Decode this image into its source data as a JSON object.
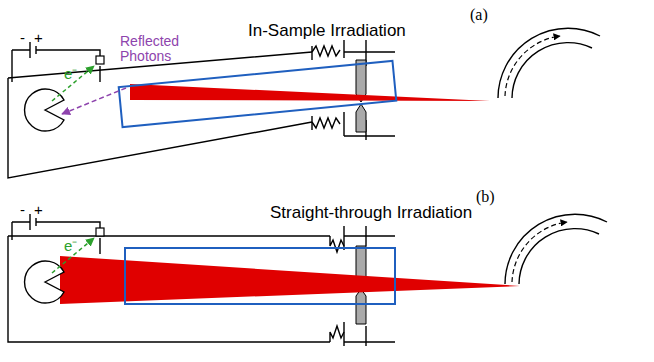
{
  "diagram": {
    "labels": [
      "In-Sample Irradiation",
      "(a)",
      "Reflected Photons",
      "e⁻",
      "-",
      "+",
      "Straight-through Irradiation",
      "(b)",
      "e⁻",
      "-",
      "+"
    ]
  }
}
